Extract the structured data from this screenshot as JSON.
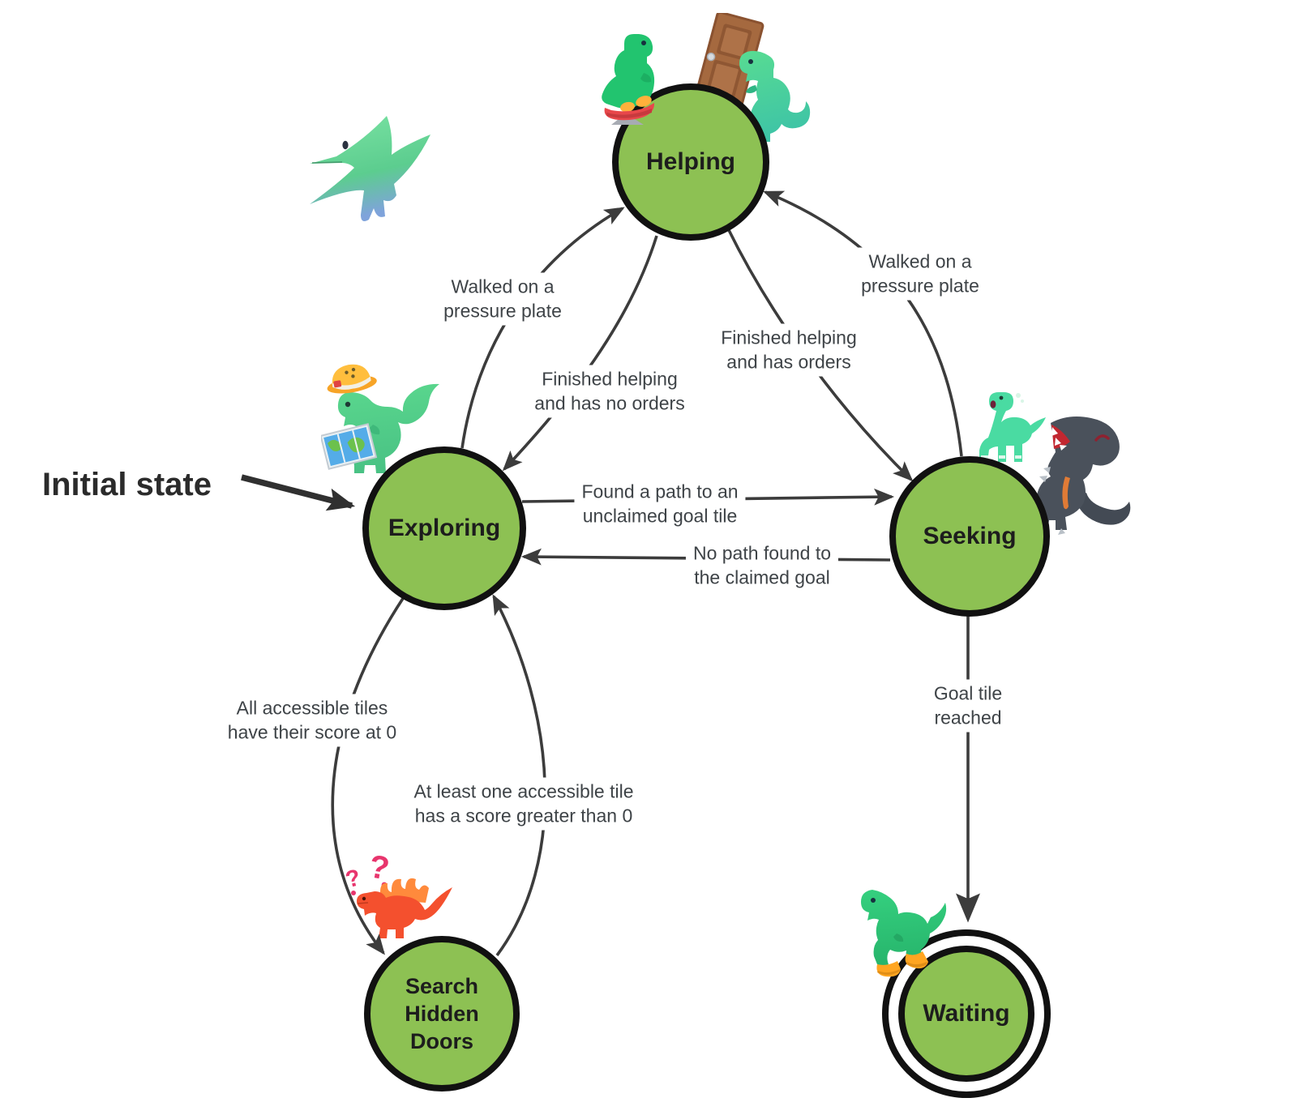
{
  "diagram_type": "state-machine",
  "initial_marker": {
    "label": "Initial state"
  },
  "states": [
    {
      "id": "helping",
      "label": "Helping",
      "accepting": false
    },
    {
      "id": "exploring",
      "label": "Exploring",
      "accepting": false
    },
    {
      "id": "seeking",
      "label": "Seeking",
      "accepting": false
    },
    {
      "id": "search_hidden_doors",
      "label": "Search\nHidden\nDoors",
      "accepting": false
    },
    {
      "id": "waiting",
      "label": "Waiting",
      "accepting": true
    }
  ],
  "transitions": [
    {
      "from": "Exploring",
      "to": "Helping",
      "label": "Walked on a\npressure plate"
    },
    {
      "from": "Helping",
      "to": "Exploring",
      "label": "Finished helping\nand has no orders"
    },
    {
      "from": "Helping",
      "to": "Seeking",
      "label": "Finished helping\nand has orders"
    },
    {
      "from": "Seeking",
      "to": "Helping",
      "label": "Walked on a\npressure plate"
    },
    {
      "from": "Exploring",
      "to": "Seeking",
      "label": "Found a path to an\nunclaimed goal tile"
    },
    {
      "from": "Seeking",
      "to": "Exploring",
      "label": "No path found to\nthe claimed goal"
    },
    {
      "from": "Exploring",
      "to": "Search Hidden Doors",
      "label": "All accessible tiles\nhave their score at 0"
    },
    {
      "from": "Search Hidden Doors",
      "to": "Exploring",
      "label": "At least one accessible tile\nhas a score greater than 0"
    },
    {
      "from": "Seeking",
      "to": "Waiting",
      "label": "Goal tile\nreached"
    }
  ],
  "decorations": {
    "question_mark": "?",
    "items": [
      "pterodactyl",
      "dino-sitting-in-pot",
      "wooden-door",
      "dino-pushing-door",
      "explorer-dino-with-hat-and-map",
      "brontosaurus",
      "dark-tyrannosaurus",
      "spinosaurus-with-question-marks",
      "trex-with-orange-boots"
    ]
  },
  "colors": {
    "state_fill": "#8DC153",
    "state_border": "#111111",
    "arrow": "#3C3C3C",
    "label_text": "#3E4347",
    "state_text": "#1D1D1D",
    "initial_text": "#2B2B2B"
  }
}
